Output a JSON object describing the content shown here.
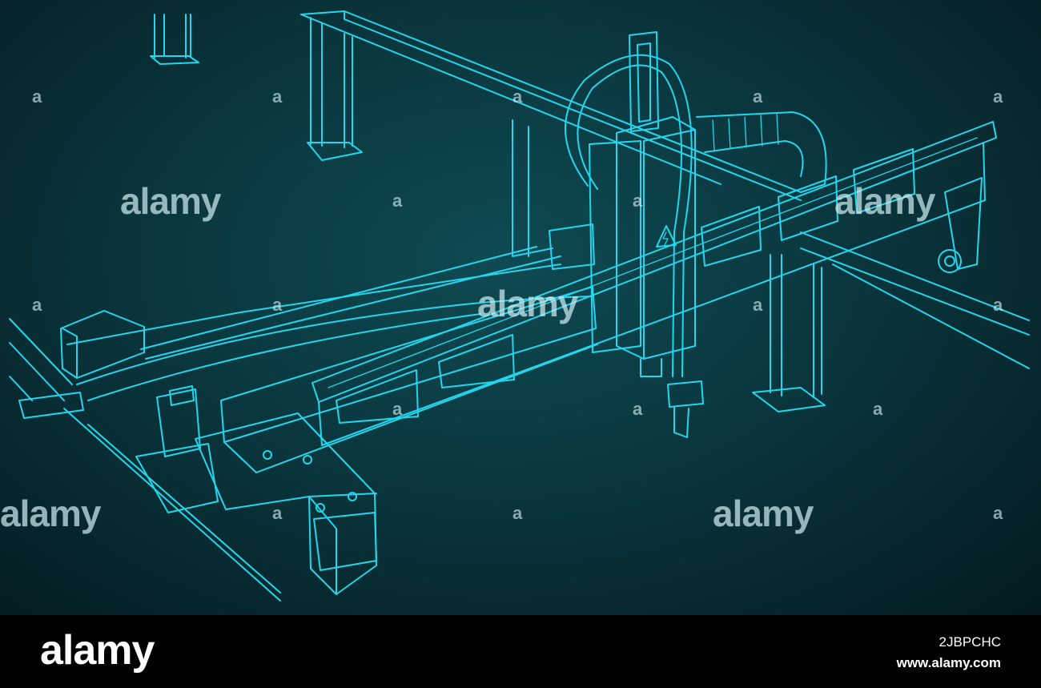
{
  "watermark": {
    "word": "alamy",
    "letter": "a"
  },
  "footer": {
    "logo": "alamy",
    "image_id": "2JBPCHC",
    "url": "www.alamy.com"
  },
  "colors": {
    "background": "#0b3a41",
    "lines": "#22d6ee",
    "footer": "#000000"
  },
  "icons": [
    "high-voltage-warning-icon"
  ]
}
